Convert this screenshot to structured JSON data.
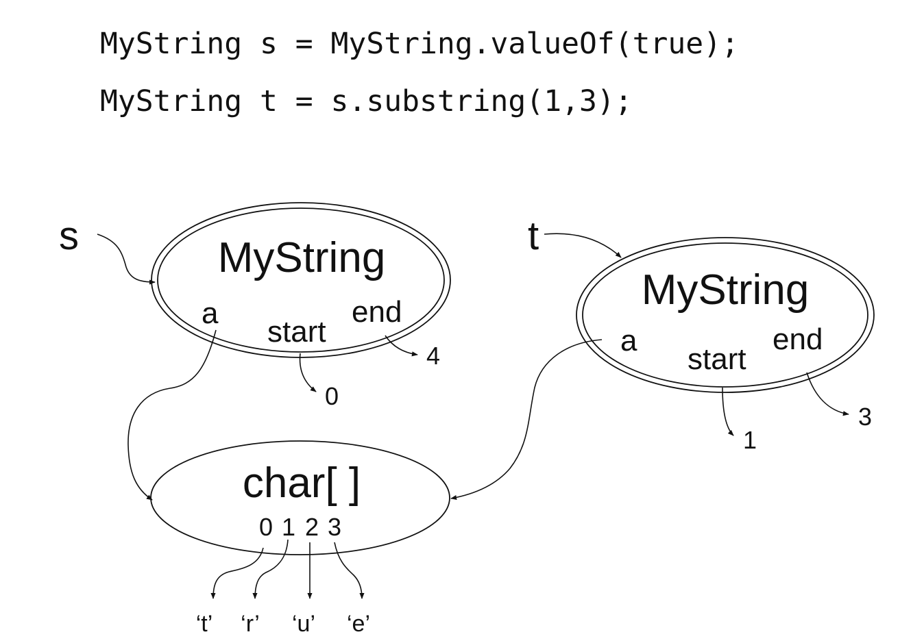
{
  "code": {
    "line1": "MyString s = MyString.valueOf(true);",
    "line2": "MyString t = s.substring(1,3);"
  },
  "diagram": {
    "ref_s": "s",
    "ref_t": "t",
    "object_s": {
      "title": "MyString",
      "field_a": "a",
      "field_start": "start",
      "field_end": "end",
      "start_value": "0",
      "end_value": "4"
    },
    "object_t": {
      "title": "MyString",
      "field_a": "a",
      "field_start": "start",
      "field_end": "end",
      "start_value": "1",
      "end_value": "3"
    },
    "char_array": {
      "title": "char[ ]",
      "indices": [
        "0",
        "1",
        "2",
        "3"
      ],
      "chars": [
        "‘t’",
        "‘r’",
        "‘u’",
        "‘e’"
      ]
    }
  }
}
